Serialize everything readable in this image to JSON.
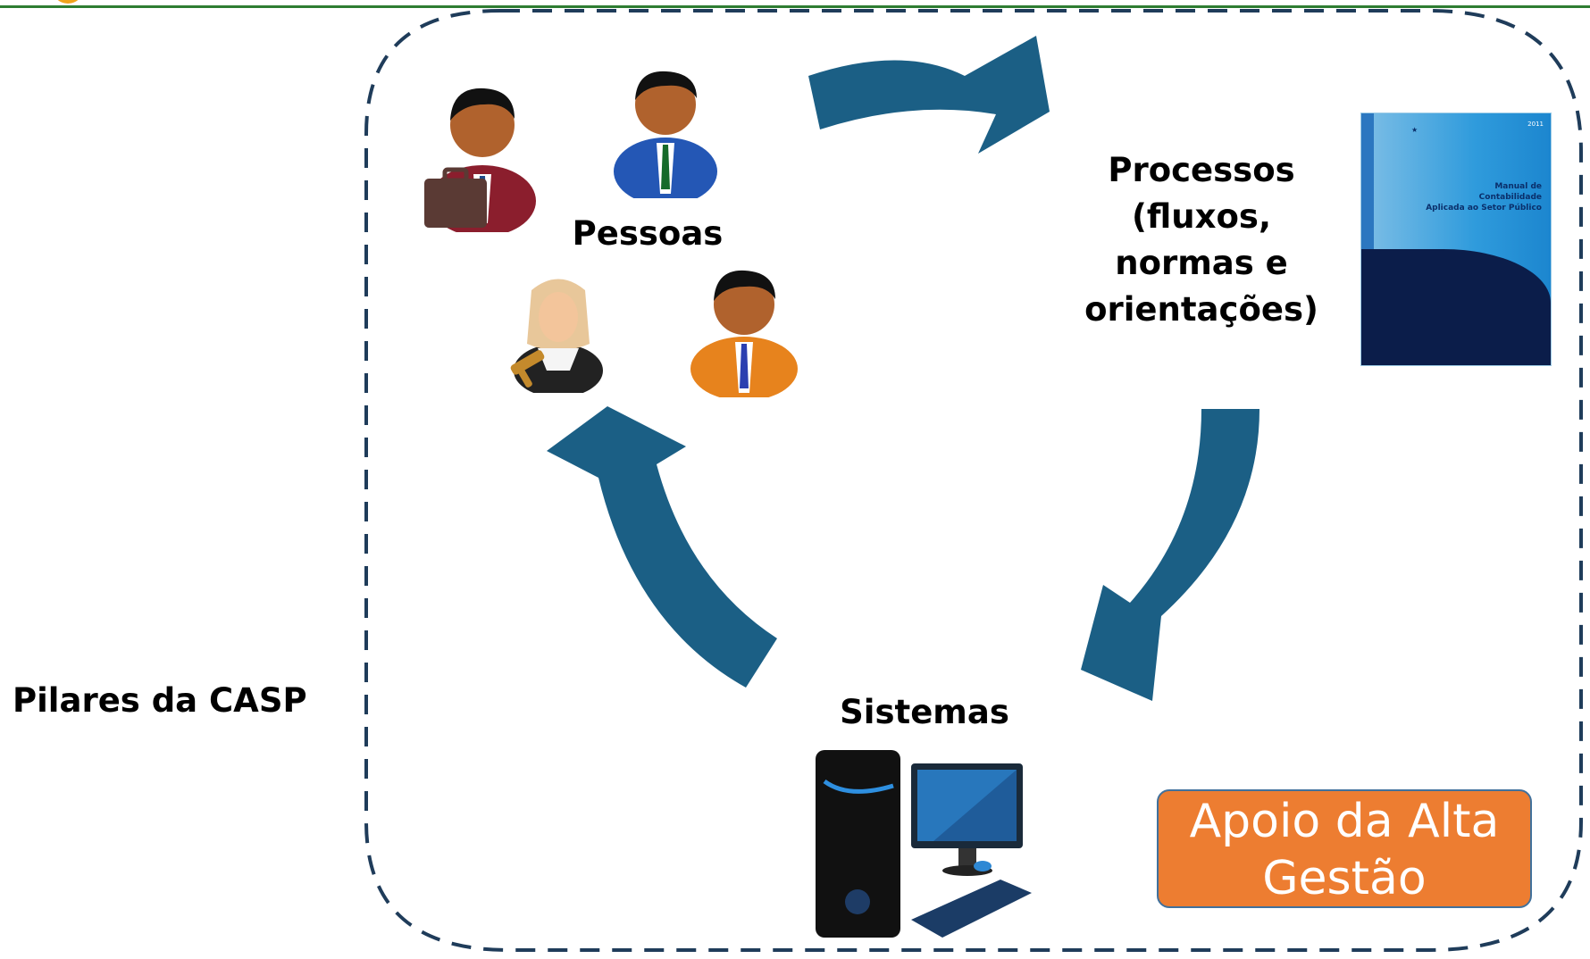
{
  "labels": {
    "pessoas": "Pessoas",
    "processos": [
      "Processos",
      "(fluxos,",
      "normas e",
      "orientações)"
    ],
    "sistemas": "Sistemas",
    "pilares": "Pilares da CASP",
    "apoio": [
      "Apoio da Alta",
      "Gestão"
    ]
  },
  "manual_cover": {
    "title_lines": [
      "Manual de",
      "Contabilidade",
      "Aplicada ao Setor Público"
    ],
    "year": "2011"
  },
  "colors": {
    "arrow": "#1b5f85",
    "top_rule": "#2e7d32",
    "logo_accent": "#f0a31c",
    "frame": "#1f3c5a",
    "apoio_fill": "#ed7d31",
    "apoio_border": "#41719c"
  },
  "icons": [
    "businessman-briefcase-icon",
    "businessman-blue-suit-icon",
    "judge-gavel-icon",
    "businessman-orange-suit-icon",
    "manual-cover-icon",
    "desktop-computer-icon"
  ]
}
